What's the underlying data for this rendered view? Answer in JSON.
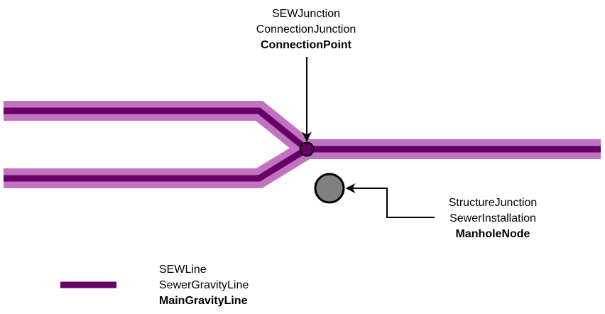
{
  "colors": {
    "pipe_outer": "#C173C1",
    "pipe_inner": "#660066",
    "node_fill": "#808080",
    "node_stroke": "#000000",
    "arrow": "#000000"
  },
  "connection_point_label": {
    "line1": "SEWJunction",
    "line2": "ConnectionJunction",
    "line3": "ConnectionPoint"
  },
  "manhole_label": {
    "line1": "StructureJunction",
    "line2": "SewerInstallation",
    "line3": "ManholeNode"
  },
  "legend": {
    "line1": "SEWLine",
    "line2": "SewerGravityLine",
    "line3": "MainGravityLine"
  }
}
